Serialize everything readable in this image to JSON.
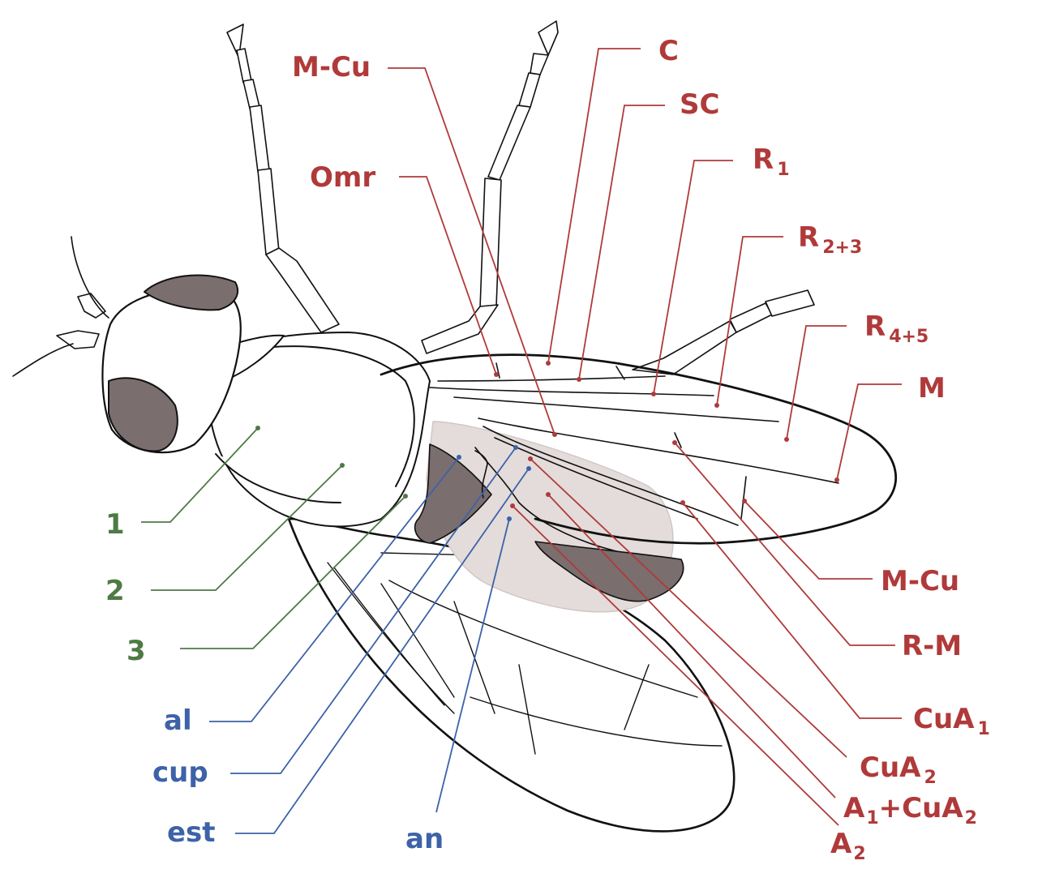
{
  "colors": {
    "vein_label": "#b03a3a",
    "segment_label": "#4e7a45",
    "cell_label": "#3d62a8",
    "dark_tissue": "#7a6e6e",
    "shading": "#e3dcda",
    "outline": "#111111"
  },
  "vein_labels": {
    "mcu_top": "M-Cu",
    "c": "C",
    "sc": "SC",
    "omr": "Omr",
    "r1": {
      "base": "R",
      "sub": "1"
    },
    "r23": {
      "base": "R",
      "sub": "2+3"
    },
    "r45": {
      "base": "R",
      "sub": "4+5"
    },
    "m": "M",
    "mcu_bottom": "M-Cu",
    "rm": "R-M",
    "cua1": {
      "base": "CuA",
      "sub": "1"
    },
    "cua2": {
      "base": "CuA",
      "sub": "2"
    },
    "a1cua2": {
      "base1": "A",
      "sub1": "1",
      "plus": "+",
      "base2": "CuA",
      "sub2": "2"
    },
    "a2": {
      "base": "A",
      "sub": "2"
    }
  },
  "segment_labels": {
    "s1": "1",
    "s2": "2",
    "s3": "3"
  },
  "cell_labels": {
    "al": "al",
    "cup": "cup",
    "est": "est",
    "an": "an"
  }
}
